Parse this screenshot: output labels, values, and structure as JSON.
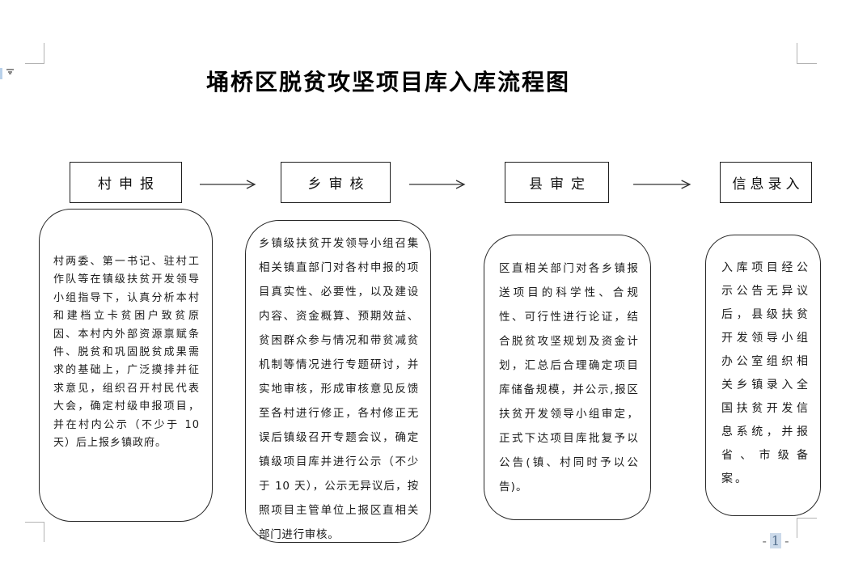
{
  "document": {
    "title": "埇桥区脱贫攻坚项目库入库流程图",
    "footer": {
      "dash_left": "-",
      "page_number": "1",
      "dash_right": "-"
    }
  },
  "flowchart": {
    "stages": [
      {
        "label": "村申报",
        "detail": "村两委、第一书记、驻村工作队等在镇级扶贫开发领导小组指导下，认真分析本村和建档立卡贫困户致贫原因、本村内外部资源禀赋条件、脱贫和巩固脱贫成果需求的基础上，广泛摸排并征求意见，组织召开村民代表大会，确定村级申报项目，并在村内公示（不少于 10 天）后上报乡镇政府。"
      },
      {
        "label": "乡审核",
        "detail": "乡镇级扶贫开发领导小组召集相关镇直部门对各村申报的项目真实性、必要性，以及建设内容、资金概算、预期效益、贫困群众参与情况和带贫减贫机制等情况进行专题研讨，并实地审核，形成审核意见反馈至各村进行修正，各村修正无误后镇级召开专题会议，确定镇级项目库并进行公示（不少于 10 天），公示无异议后，按照项目主管单位上报区直相关部门进行审核。"
      },
      {
        "label": "县审定",
        "detail": "区直相关部门对各乡镇报送项目的科学性、合规性、可行性进行论证，结合脱贫攻坚规划及资金计划，汇总后合理确定项目库储备规模，并公示,报区扶贫开发领导小组审定，正式下达项目库批复予以公告(镇、村同时予以公告)。"
      },
      {
        "label": "信息录入",
        "detail": "入库项目经公示公告无异议后，县级扶贫开发领导小组办公室组织相关乡镇录入全国扶贫开发信息系统，并报省、市级备案。"
      }
    ]
  }
}
